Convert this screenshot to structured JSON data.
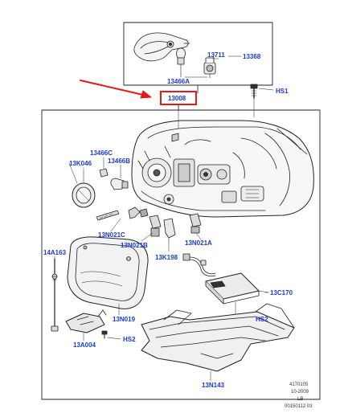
{
  "colors": {
    "label": "#1a3bd6",
    "line": "#222222",
    "highlight": "#e21a1a",
    "part_fill": "#eeeeee",
    "part_dark": "#333333"
  },
  "labels": {
    "p13711": "13711",
    "p13368": "13368",
    "p13466A": "13466A",
    "p13008": "13008",
    "pHS1": "HS1",
    "p13466C": "13466C",
    "p13K046": "13K046",
    "p13466B": "13466B",
    "p13N021C": "13N021C",
    "p13N021B": "13N021B",
    "p13N021A": "13N021A",
    "p13K198": "13K198",
    "p14A163": "14A163",
    "p13C170": "13C170",
    "p13N019": "13N019",
    "pHS2_right": "HS2",
    "p13A004": "13A004",
    "pHS2_left": "HS2",
    "p13N143": "13N143"
  },
  "reference": {
    "code": "4170105",
    "date": "10-2009",
    "side": "LB",
    "drawing_no": "00150112 03"
  }
}
